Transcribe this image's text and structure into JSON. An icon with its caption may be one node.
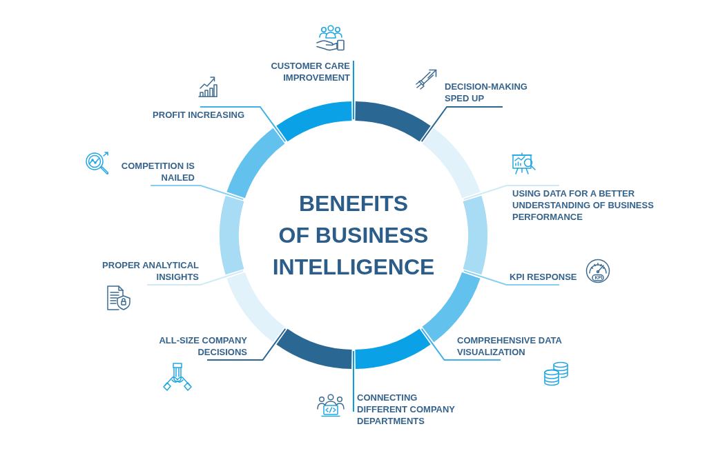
{
  "diagram": {
    "title": "BENEFITS OF BUSINESS INTELLIGENCE",
    "nodes": [
      {
        "text": [
          "CUSTOMER CARE IMPROVEMENT"
        ]
      },
      {
        "text": [
          "DECISION-MAKING SPED UP"
        ]
      },
      {
        "text": [
          "USING DATA FOR A BETTER UNDERSTANDING OF BUSINESS PERFORMANCE"
        ]
      },
      {
        "text": [
          "KPI RESPONSE"
        ]
      },
      {
        "text": [
          "COMPREHENSIVE DATA VISUALIZATION"
        ]
      },
      {
        "text": [
          "CONNECTING DIFFERENT COMPANY DEPARTMENTS"
        ]
      },
      {
        "text": [
          "ALL-SIZE COMPANY DECISIONS"
        ]
      },
      {
        "text": [
          "PROPER ANALYTICAL INSIGHTS"
        ]
      },
      {
        "text": [
          "COMPETITION IS NAILED"
        ]
      },
      {
        "text": [
          "PROFIT INCREASING"
        ]
      },
      {
        "text": [],
        "shape": "arc"
      },
      {
        "text": [],
        "shape": "arc"
      },
      {
        "text": [],
        "shape": "arc"
      },
      {
        "text": [],
        "shape": "arc"
      },
      {
        "text": [],
        "shape": "arc"
      },
      {
        "text": [],
        "shape": "arc"
      },
      {
        "text": [],
        "shape": "arc"
      },
      {
        "text": [],
        "shape": "arc"
      },
      {
        "text": [],
        "shape": "arc"
      },
      {
        "text": [],
        "shape": "arc"
      }
    ],
    "edges": [
      {
        "from": 0,
        "to": 19,
        "arrow": "none",
        "color": "#0a9be0"
      },
      {
        "from": 1,
        "to": 10,
        "arrow": "none",
        "color": "#2b6793"
      },
      {
        "from": 2,
        "to": 11,
        "arrow": "none",
        "color": "#cfe9f6"
      },
      {
        "from": 3,
        "to": 12,
        "arrow": "none",
        "color": "#84cff1"
      },
      {
        "from": 4,
        "to": 13,
        "arrow": "none",
        "color": "#3fb1e8"
      },
      {
        "from": 5,
        "to": 14,
        "arrow": "none",
        "color": "#0a9be0"
      },
      {
        "from": 6,
        "to": 15,
        "arrow": "none",
        "color": "#2b6793"
      },
      {
        "from": 7,
        "to": 16,
        "arrow": "none",
        "color": "#cfe9f6"
      },
      {
        "from": 8,
        "to": 17,
        "arrow": "none",
        "color": "#84cff1"
      },
      {
        "from": 9,
        "to": 18,
        "arrow": "none",
        "color": "#3fb1e8"
      }
    ],
    "labels": [
      "KPI"
    ]
  }
}
